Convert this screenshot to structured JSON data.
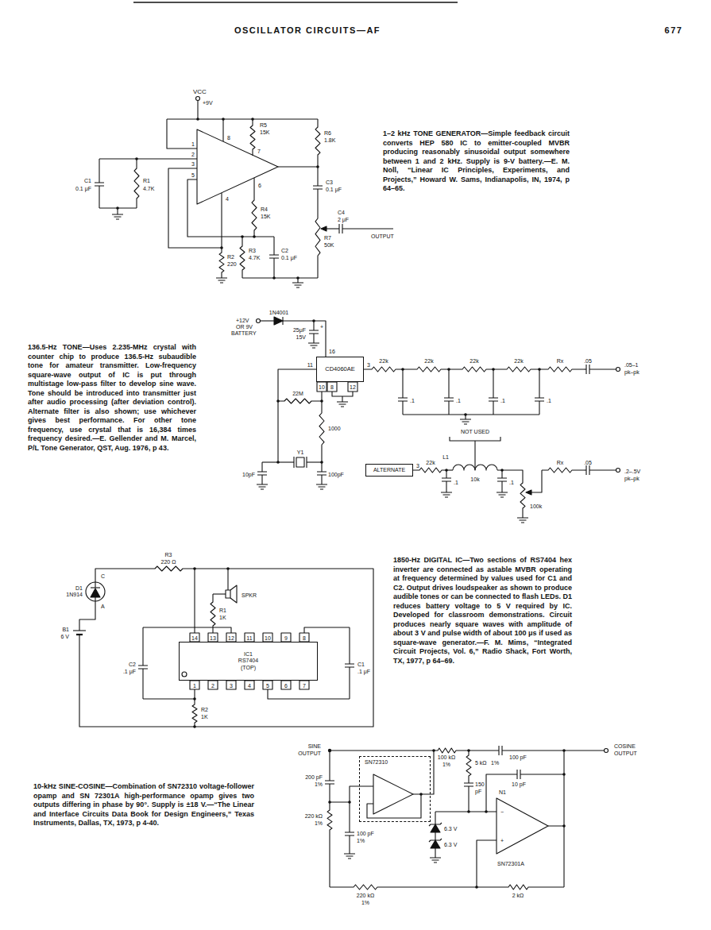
{
  "diagram": {
    "nodes": [
      {
        "text": [
          "CD4060AE"
        ]
      },
      {
        "text": [
          "ALTERNATE"
        ]
      },
      {
        "text": [
          "IC1",
          "RS7404",
          "(TOP)"
        ]
      },
      {
        "text": [
          "SN72310"
        ]
      }
    ],
    "labels": [
      "OSCILLATOR CIRCUITS—AF",
      "677",
      "VCC",
      "+9V",
      "R5",
      "15K",
      "R6",
      "1.8K",
      "1",
      "8",
      "2",
      "3",
      "5",
      "7",
      "4",
      "6",
      "C1",
      "0.1 μF",
      "R1",
      "4.7K",
      "C3",
      "0.1 μF",
      "C4",
      "2 μF",
      "R4",
      "15K",
      "R7",
      "50K",
      "OUTPUT",
      "R3",
      "4.7K",
      "C2",
      "0.1 μF",
      "R2",
      "220",
      "1–2 kHz TONE GENERATOR—Simple feedback circuit converts HEP 580 IC to emitter-coupled MVBR producing reasonably sinusoidal output somewhere between 1 and 2 kHz. Supply is 9-V battery.—E. M. Noll, “Linear IC Principles, Experiments, and Projects,” Howard W. Sams, Indianapolis, IN, 1974, p 64–65.",
      "1N4001",
      "+12V",
      "OR 9V",
      "BATTERY",
      "+",
      "25μF",
      "15V",
      "16",
      "11",
      "3",
      "10",
      "8",
      "12",
      "22M",
      "22k",
      "22k",
      "22k",
      "22k",
      "Rx",
      ".05",
      ".05–1",
      "pk–pk",
      ".1",
      ".1",
      ".1",
      ".1",
      "1000",
      "Y1",
      "NOT USED",
      "L1",
      "3",
      "22k",
      "10k",
      ".1",
      ".1",
      "100k",
      "Rx",
      ".05",
      ".2–.5V",
      "pk–pk",
      "10pF",
      "100pF",
      "136.5-Hz TONE—Uses 2.235-MHz crystal with counter chip to produce 136.5-Hz subaudible tone for amateur transmitter. Low-frequency square-wave output of IC is put through multistage low-pass filter to develop sine wave. Tone should be introduced into transmitter just after audio processing (after deviation control). Alternate filter is also shown; use whichever gives best performance. For other tone frequency, use crystal that is 16,384 times frequency desired.—E. Gellender and M. Marcel, P/L Tone Generator, QST, Aug. 1976, p 43.",
      "R3",
      "220 Ω",
      "C",
      "D1",
      "1N914",
      "A",
      "SPKR",
      "R1",
      "1K",
      "14",
      "13",
      "12",
      "11",
      "10",
      "9",
      "8",
      "1",
      "2",
      "3",
      "4",
      "5",
      "6",
      "7",
      "B1",
      "6 V",
      "C2",
      ".1 μF",
      "C1",
      ".1 μF",
      "R2",
      "1K",
      "1850-Hz DIGITAL IC—Two sections of RS7404 hex inverter are connected as astable MVBR operating at frequency determined by values used for C1 and C2. Output drives loudspeaker as shown to produce audible tones or can be connected to flash LEDs. D1 reduces battery voltage to 5 V required by IC. Developed for classroom demonstrations. Circuit produces nearly square waves with amplitude of about 3 V and pulse width of about 100 μs if used as square-wave generator.—F. M. Mims, “Integrated Circuit Projects, Vol. 6,” Radio Shack, Fort Worth, TX, 1977, p 64–69.",
      "SINE",
      "OUTPUT",
      "COSINE",
      "OUTPUT",
      "100 kΩ",
      "1%",
      "5 kΩ",
      "1%",
      "100 pF",
      "200 pF",
      "1%",
      "150",
      "pF",
      "10 pF",
      "N1",
      "−",
      "+",
      "220 kΩ",
      "1%",
      "100 pF",
      "1%",
      "6.3 V",
      "6.3 V",
      "SN72301A",
      "220 kΩ",
      "1%",
      "2 kΩ",
      "10-kHz SINE-COSINE—Combination of SN72310 voltage-follower opamp and SN 72301A high-performance opamp gives two outputs differing in phase by 90°. Supply is ±18 V.—“The Linear and Interface Circuits Data Book for Design Engineers,” Texas Instruments, Dallas, TX, 1973, p 4-40."
    ]
  }
}
